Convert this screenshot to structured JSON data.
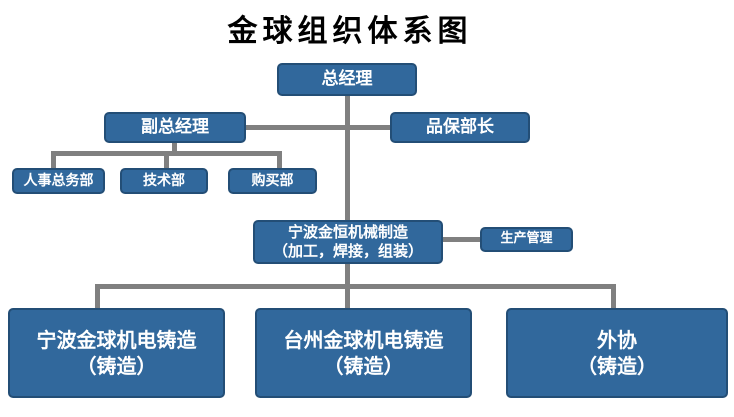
{
  "title": "金球组织体系图",
  "colors": {
    "box_fill": "#31689C",
    "box_border": "#234E76",
    "connector": "#808080",
    "box_text": "#FFFFFF",
    "title_text": "#000000"
  },
  "nodes": {
    "general_manager": {
      "label": "总经理"
    },
    "deputy_general_manager": {
      "label": "副总经理"
    },
    "quality_assurance_chief": {
      "label": "品保部长"
    },
    "hr_general_affairs": {
      "label": "人事总务部"
    },
    "technology_dept": {
      "label": "技术部"
    },
    "purchasing_dept": {
      "label": "购买部"
    },
    "jinheng_machinery": {
      "line1": "宁波金恒机械制造",
      "line2": "（加工，焊接，组装）"
    },
    "production_management": {
      "label": "生产管理"
    },
    "ningbo_casting": {
      "line1": "宁波金球机电铸造",
      "line2": "（铸造）"
    },
    "taizhou_casting": {
      "line1": "台州金球机电铸造",
      "line2": "（铸造）"
    },
    "outsourcing": {
      "line1": "外协",
      "line2": "（铸造）"
    }
  }
}
